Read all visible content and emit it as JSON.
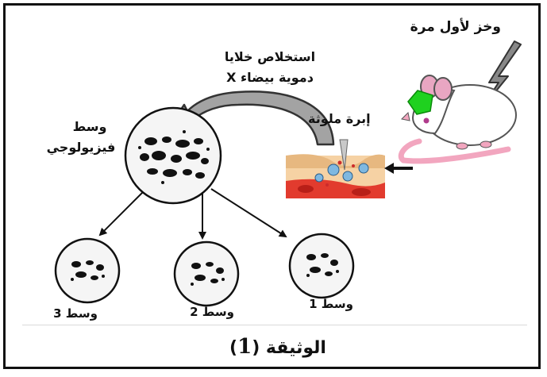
{
  "labels": {
    "first_injection": "وخز لأول مرة",
    "extraction_line1": "استخلاص خلايا",
    "extraction_line2": "دموية بيضاء X",
    "needle": "إبرة ملوثة",
    "physio_line1": "وسط",
    "physio_line2": "فيزيولوجي",
    "medium_1": "وسط 1",
    "medium_2": "وسط 2",
    "medium_3": "وسط 3"
  },
  "caption": {
    "word": "الوثيقة",
    "number": "1"
  }
}
